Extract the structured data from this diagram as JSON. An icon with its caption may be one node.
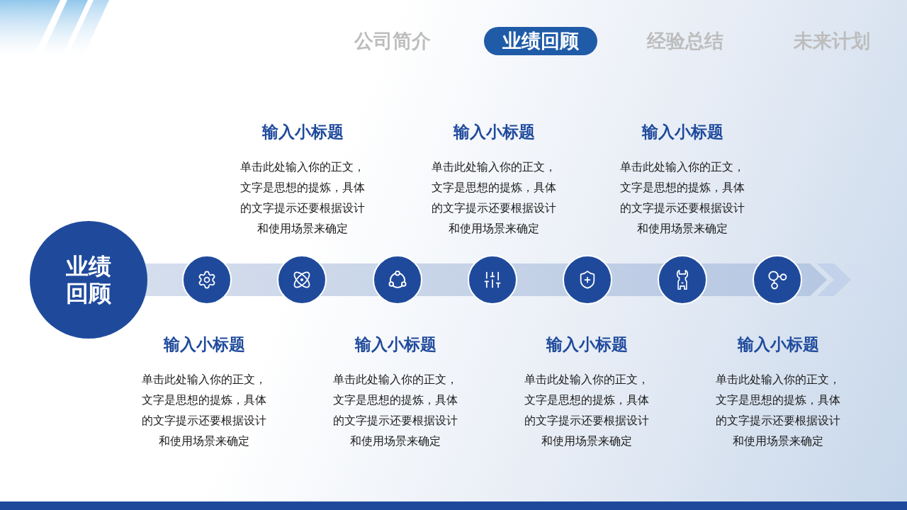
{
  "diagram": {
    "nodes": [
      {
        "text": [
          "业绩回顾"
        ]
      },
      {
        "text": [
          "业绩回顾"
        ]
      },
      {
        "text": [],
        "shape": "circle",
        "beside": [
          "输入小标题",
          "单击此处输入你的正文，文字是思想的提炼，具体的文字提示还要根据设计和使用场景来确定"
        ]
      },
      {
        "text": [],
        "shape": "circle",
        "beside": [
          "输入小标题",
          "单击此处输入你的正文，文字是思想的提炼，具体的文字提示还要根据设计和使用场景来确定"
        ]
      },
      {
        "text": [],
        "shape": "circle",
        "beside": [
          "输入小标题",
          "单击此处输入你的正文，文字是思想的提炼，具体的文字提示还要根据设计和使用场景来确定"
        ]
      },
      {
        "text": [],
        "shape": "circle",
        "beside": [
          "输入小标题",
          "单击此处输入你的正文，文字是思想的提炼，具体的文字提示还要根据设计和使用场景来确定"
        ]
      },
      {
        "text": [],
        "shape": "circle",
        "beside": [
          "输入小标题",
          "单击此处输入你的正文，文字是思想的提炼，具体的文字提示还要根据设计和使用场景来确定"
        ]
      },
      {
        "text": [],
        "shape": "circle",
        "beside": [
          "输入小标题",
          "单击此处输入你的正文，文字是思想的提炼，具体的文字提示还要根据设计和使用场景来确定"
        ]
      },
      {
        "text": [],
        "shape": "circle",
        "beside": [
          "输入小标题",
          "单击此处输入你的正文，文字是思想的提炼，具体的文字提示还要根据设计和使用场景来确定"
        ]
      }
    ],
    "labels": [
      "公司简介",
      "经验总结",
      "未来计划"
    ]
  }
}
